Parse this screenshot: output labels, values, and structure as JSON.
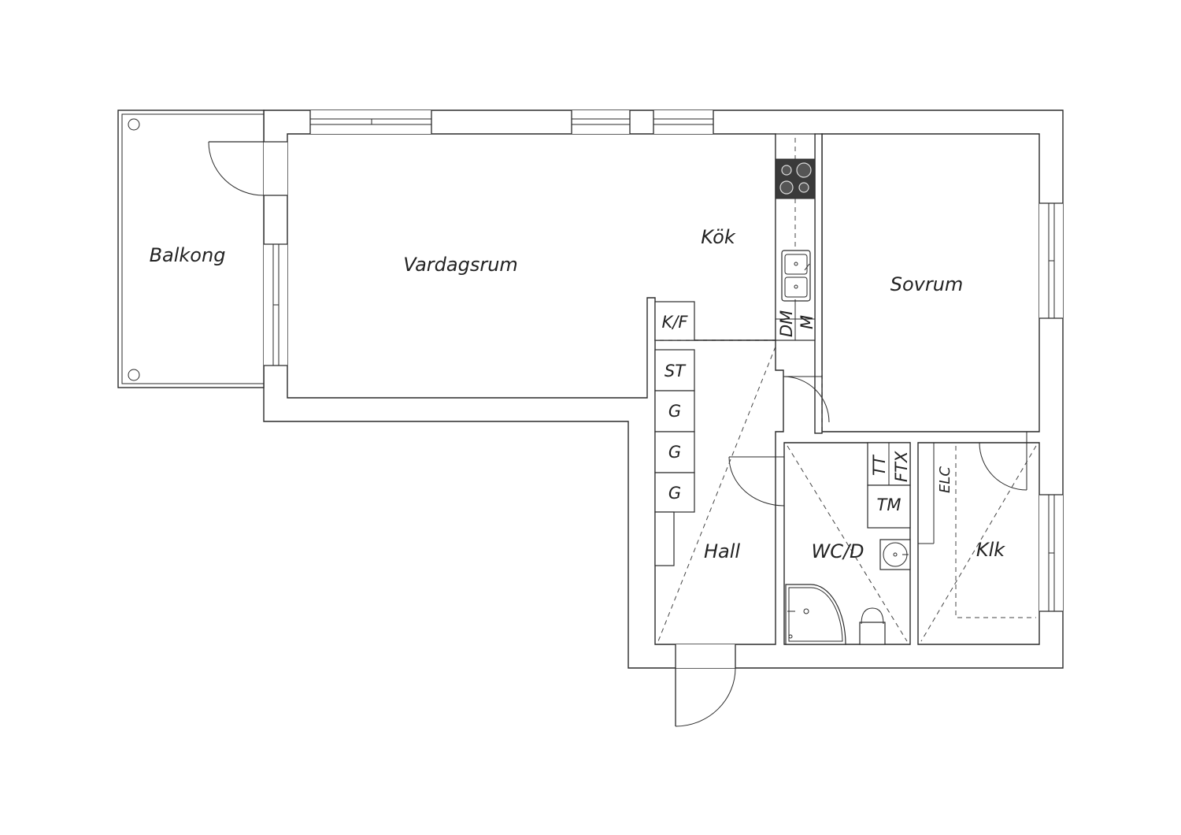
{
  "rooms": {
    "balkong": "Balkong",
    "vardagsrum": "Vardagsrum",
    "kok": "Kök",
    "sovrum": "Sovrum",
    "hall": "Hall",
    "wc_d": "WC/D",
    "klk": "Klk"
  },
  "fixtures": {
    "kf": "K/F",
    "st": "ST",
    "g1": "G",
    "g2": "G",
    "g3": "G",
    "dm": "DM",
    "m": "M",
    "tt": "TT",
    "ftx": "FTX",
    "tm": "TM",
    "elc": "ELC"
  }
}
